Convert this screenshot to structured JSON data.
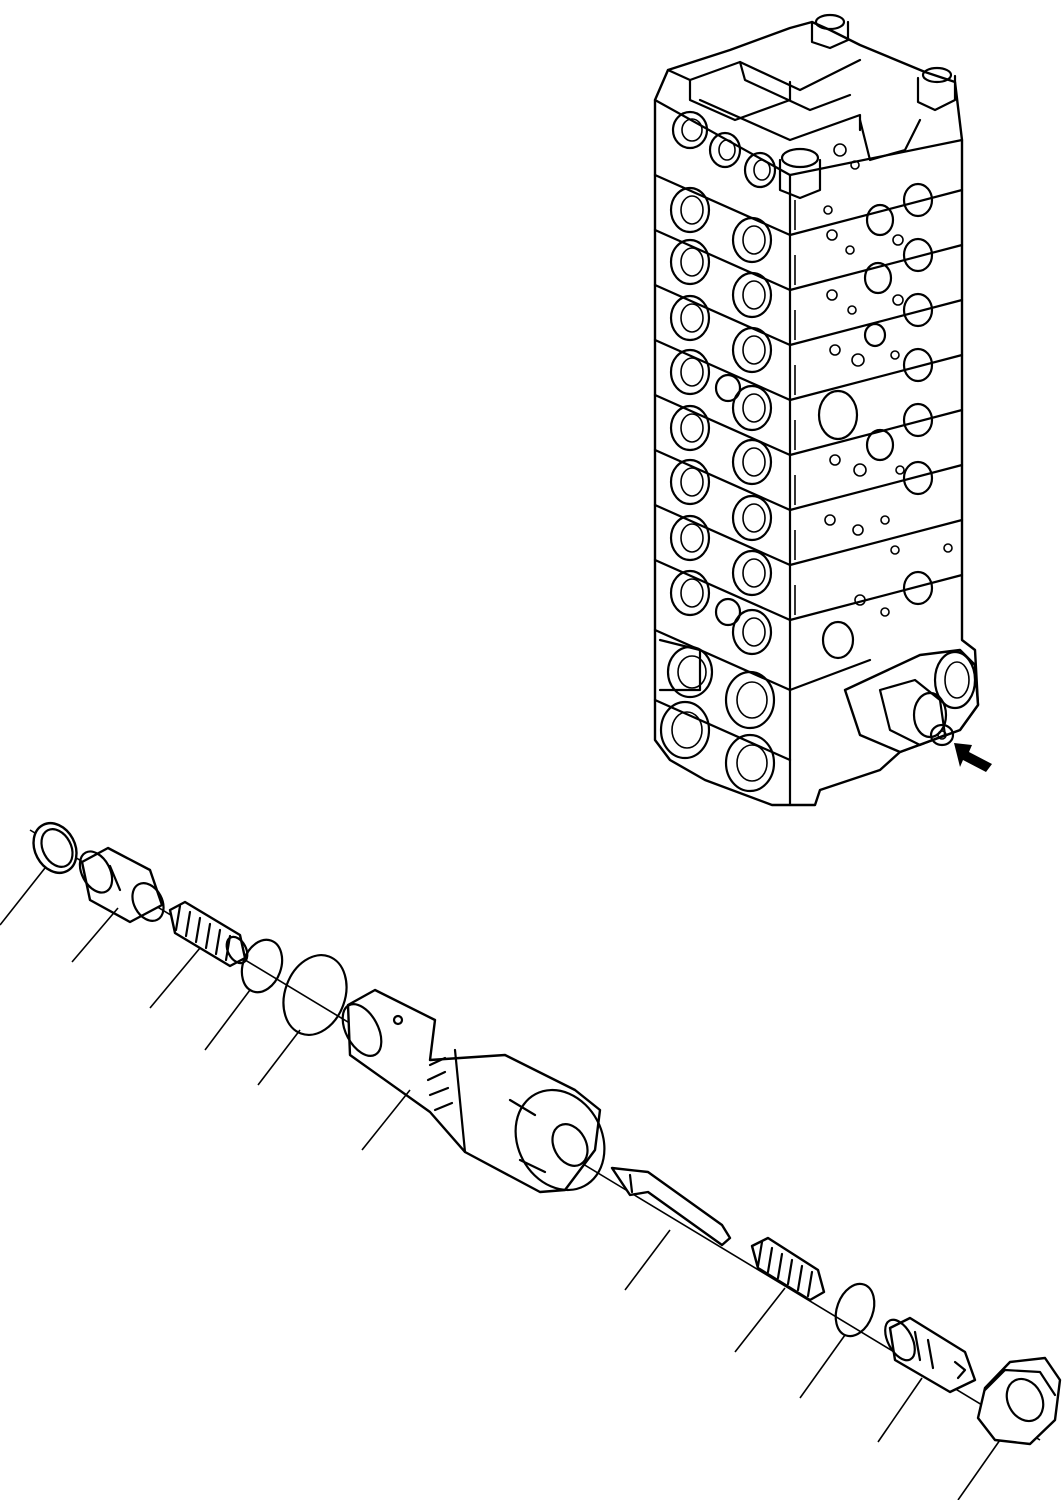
{
  "figure": {
    "kind": "exploded-parts-drawing",
    "subject_assembly": "control-valve-stack",
    "callouts": {
      "count": 13,
      "numbers_printed": false
    },
    "colors": {
      "line": "#000000",
      "background": "#ffffff"
    }
  },
  "parts": [
    {
      "id": 1,
      "name": "ring"
    },
    {
      "id": 2,
      "name": "plug"
    },
    {
      "id": 3,
      "name": "spring"
    },
    {
      "id": 4,
      "name": "o-ring-small"
    },
    {
      "id": 5,
      "name": "o-ring-large"
    },
    {
      "id": 6,
      "name": "valve-body"
    },
    {
      "id": 7,
      "name": "poppet-needle"
    },
    {
      "id": 8,
      "name": "spring-small"
    },
    {
      "id": 9,
      "name": "o-ring"
    },
    {
      "id": 10,
      "name": "adjuster-plug"
    },
    {
      "id": 11,
      "name": "lock-nut"
    }
  ]
}
